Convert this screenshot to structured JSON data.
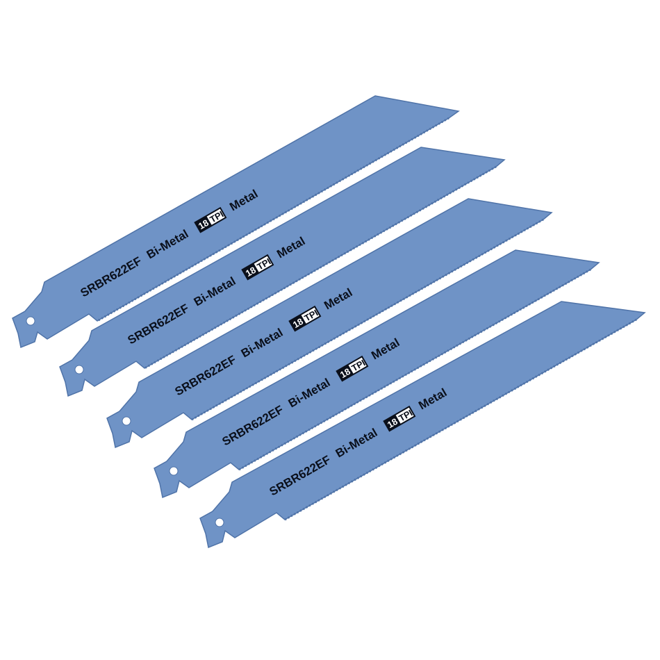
{
  "blades": [
    {
      "model": "SRBR622EF",
      "material": "Bi-Metal",
      "tpi_number": "18",
      "tpi_unit": "TPI",
      "application": "Metal"
    },
    {
      "model": "SRBR622EF",
      "material": "Bi-Metal",
      "tpi_number": "18",
      "tpi_unit": "TPI",
      "application": "Metal"
    },
    {
      "model": "SRBR622EF",
      "material": "Bi-Metal",
      "tpi_number": "18",
      "tpi_unit": "TPI",
      "application": "Metal"
    },
    {
      "model": "SRBR622EF",
      "material": "Bi-Metal",
      "tpi_number": "18",
      "tpi_unit": "TPI",
      "application": "Metal"
    },
    {
      "model": "SRBR622EF",
      "material": "Bi-Metal",
      "tpi_number": "18",
      "tpi_unit": "TPI",
      "application": "Metal"
    }
  ],
  "colors": {
    "blade_fill": "#6f93c6",
    "blade_edge": "#4f73a8",
    "blade_shadow": "#5a7db3",
    "print": "#0a0f1a",
    "background": "#ffffff"
  }
}
